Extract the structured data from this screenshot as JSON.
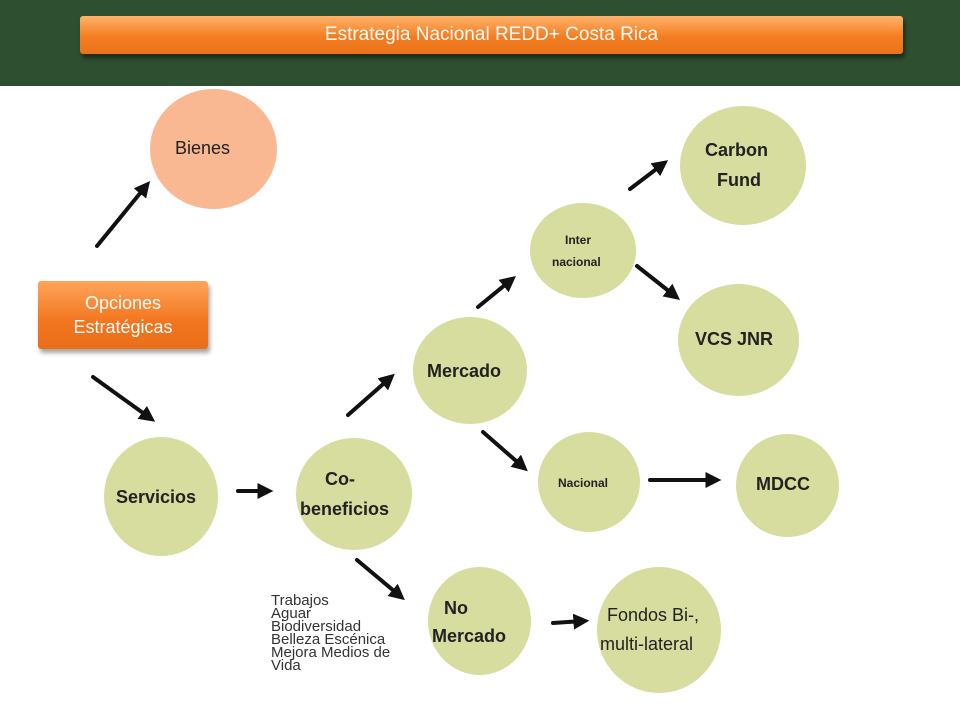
{
  "title": "Estrategia Nacional REDD+ Costa Rica",
  "opciones": "Opciones Estratégicas",
  "nodes": {
    "bienes": "Bienes",
    "servicios": "Servicios",
    "cobeneficios_1": "Co-",
    "cobeneficios_2": "beneficios",
    "mercado": "Mercado",
    "internacional_1": "Inter",
    "internacional_2": "nacional",
    "nacional": "Nacional",
    "carbon_1": "Carbon",
    "carbon_2": "Fund",
    "vcs": "VCS JNR",
    "mdcc": "MDCC",
    "nomercado_1": "No",
    "nomercado_2": "Mercado",
    "fondos_1": "Fondos Bi-,",
    "fondos_2": "multi-lateral"
  },
  "cobeneficios_list": [
    "Trabajos",
    "Aguar",
    "Biodiversidad",
    "Belleza Escénica",
    "Mejora Medios de",
    "Vida"
  ],
  "colors": {
    "header": "#2e5030",
    "orange": "#f47d20",
    "node_green": "#d7dd9e",
    "node_salmon": "#f9b792"
  }
}
